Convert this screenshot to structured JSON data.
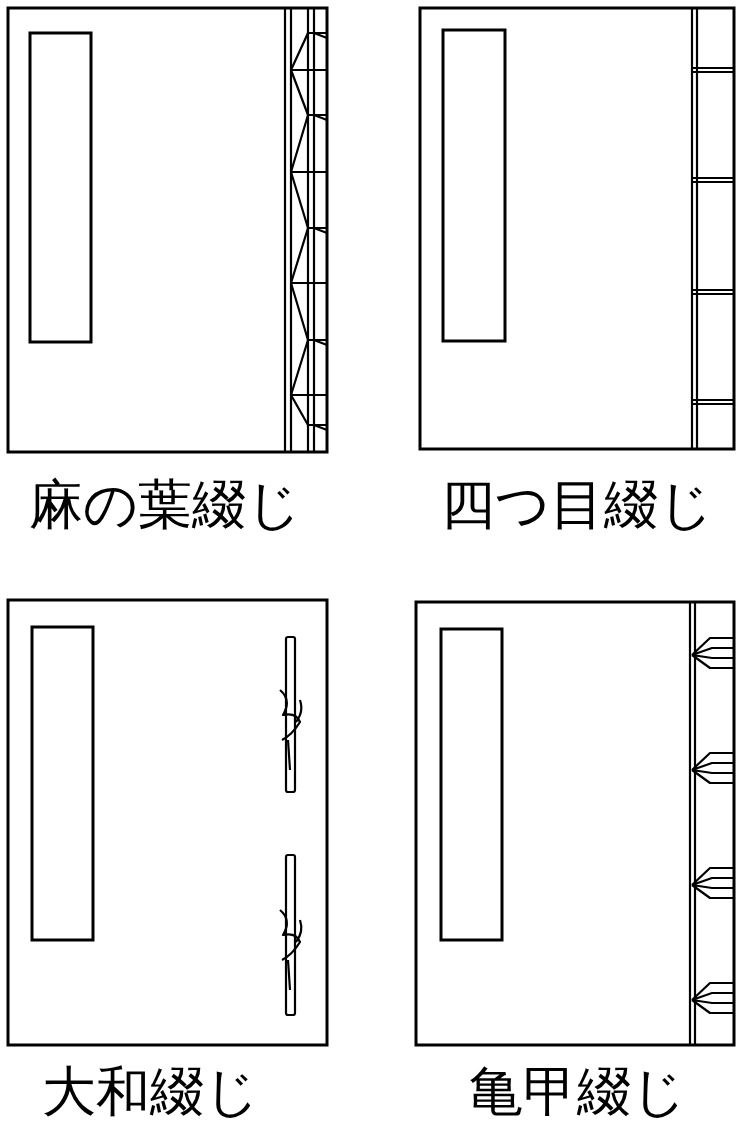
{
  "diagram": {
    "labels": [
      "麻の葉綴じ",
      "四つ目綴じ",
      "大和綴じ",
      "亀甲綴じ"
    ]
  }
}
